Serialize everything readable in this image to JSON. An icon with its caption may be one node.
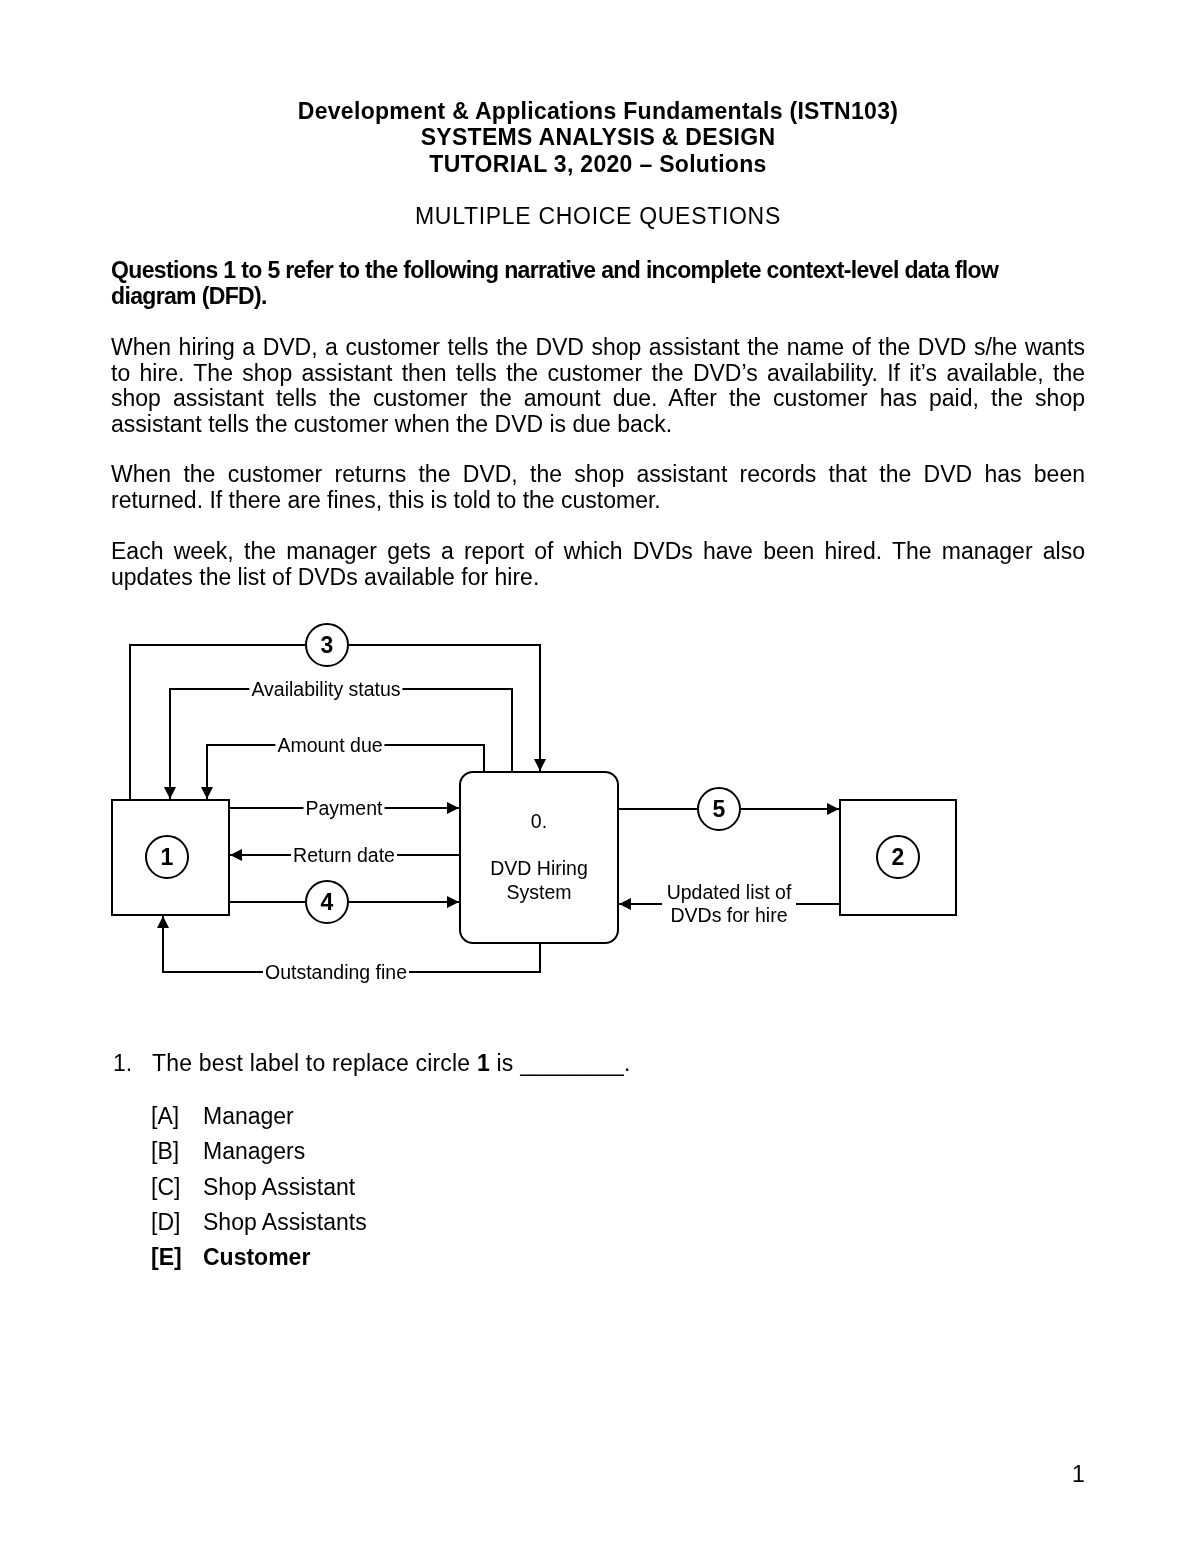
{
  "diagram": {
    "title": "Development & Applications Fundamentals (ISTN103)",
    "nodes": [
      {
        "text": [],
        "shape": "box"
      },
      {
        "text": [
          "1"
        ],
        "in": 0
      },
      {
        "text": [
          "0.",
          "DVD Hiring System"
        ]
      },
      {
        "text": [],
        "shape": "box"
      },
      {
        "text": [
          "2"
        ],
        "in": 3
      },
      {
        "text": [
          "3"
        ]
      },
      {
        "text": [
          "4"
        ]
      },
      {
        "text": [
          "5"
        ]
      }
    ],
    "edges": [
      {
        "from": 0,
        "to": 5,
        "arrow": "none"
      },
      {
        "from": 5,
        "to": 2,
        "arrow": "to"
      },
      {
        "from": 2,
        "to": 0,
        "arrow": "to",
        "label": "Availability status"
      },
      {
        "from": 2,
        "to": 0,
        "arrow": "to",
        "label": "Amount due"
      },
      {
        "from": 0,
        "to": 2,
        "arrow": "to",
        "label": "Payment"
      },
      {
        "from": 2,
        "to": 0,
        "arrow": "to",
        "label": "Return date"
      },
      {
        "from": 0,
        "to": 6,
        "arrow": "none"
      },
      {
        "from": 6,
        "to": 2,
        "arrow": "to"
      },
      {
        "from": 2,
        "to": 0,
        "arrow": "to",
        "label": "Outstanding fine"
      },
      {
        "from": 2,
        "to": 7,
        "arrow": "none"
      },
      {
        "from": 7,
        "to": 3,
        "arrow": "to"
      },
      {
        "from": 3,
        "to": 2,
        "arrow": "to",
        "label": "Updated list of DVDs for hire"
      }
    ],
    "labels": [
      "SYSTEMS ANALYSIS & DESIGN",
      "TUTORIAL 3, 2020 – Solutions",
      "MULTIPLE CHOICE QUESTIONS",
      "Questions 1 to 5 refer to the following narrative and incomplete context-level data flow diagram (DFD).",
      "When hiring a DVD, a customer tells the DVD shop assistant the name of the DVD s/he wants to hire. The shop assistant then tells the customer the DVD’s availability. If it’s available, the shop assistant tells the customer the amount due. After the customer has paid, the shop assistant tells the customer when the DVD is due back.",
      "When the customer returns the DVD, the shop assistant records that the DVD has been returned. If there are fines, this is told to the customer.",
      "Each week, the manager gets a report of which DVDs have been hired. The manager also updates the list of DVDs available for hire.",
      "1.",
      "The best label to replace circle **1** is ________.",
      "[A]",
      "Manager",
      "[B]",
      "Managers",
      "[C]",
      "Shop Assistant",
      "[D]",
      "Shop Assistants",
      "[E]",
      "Customer",
      "1"
    ]
  }
}
